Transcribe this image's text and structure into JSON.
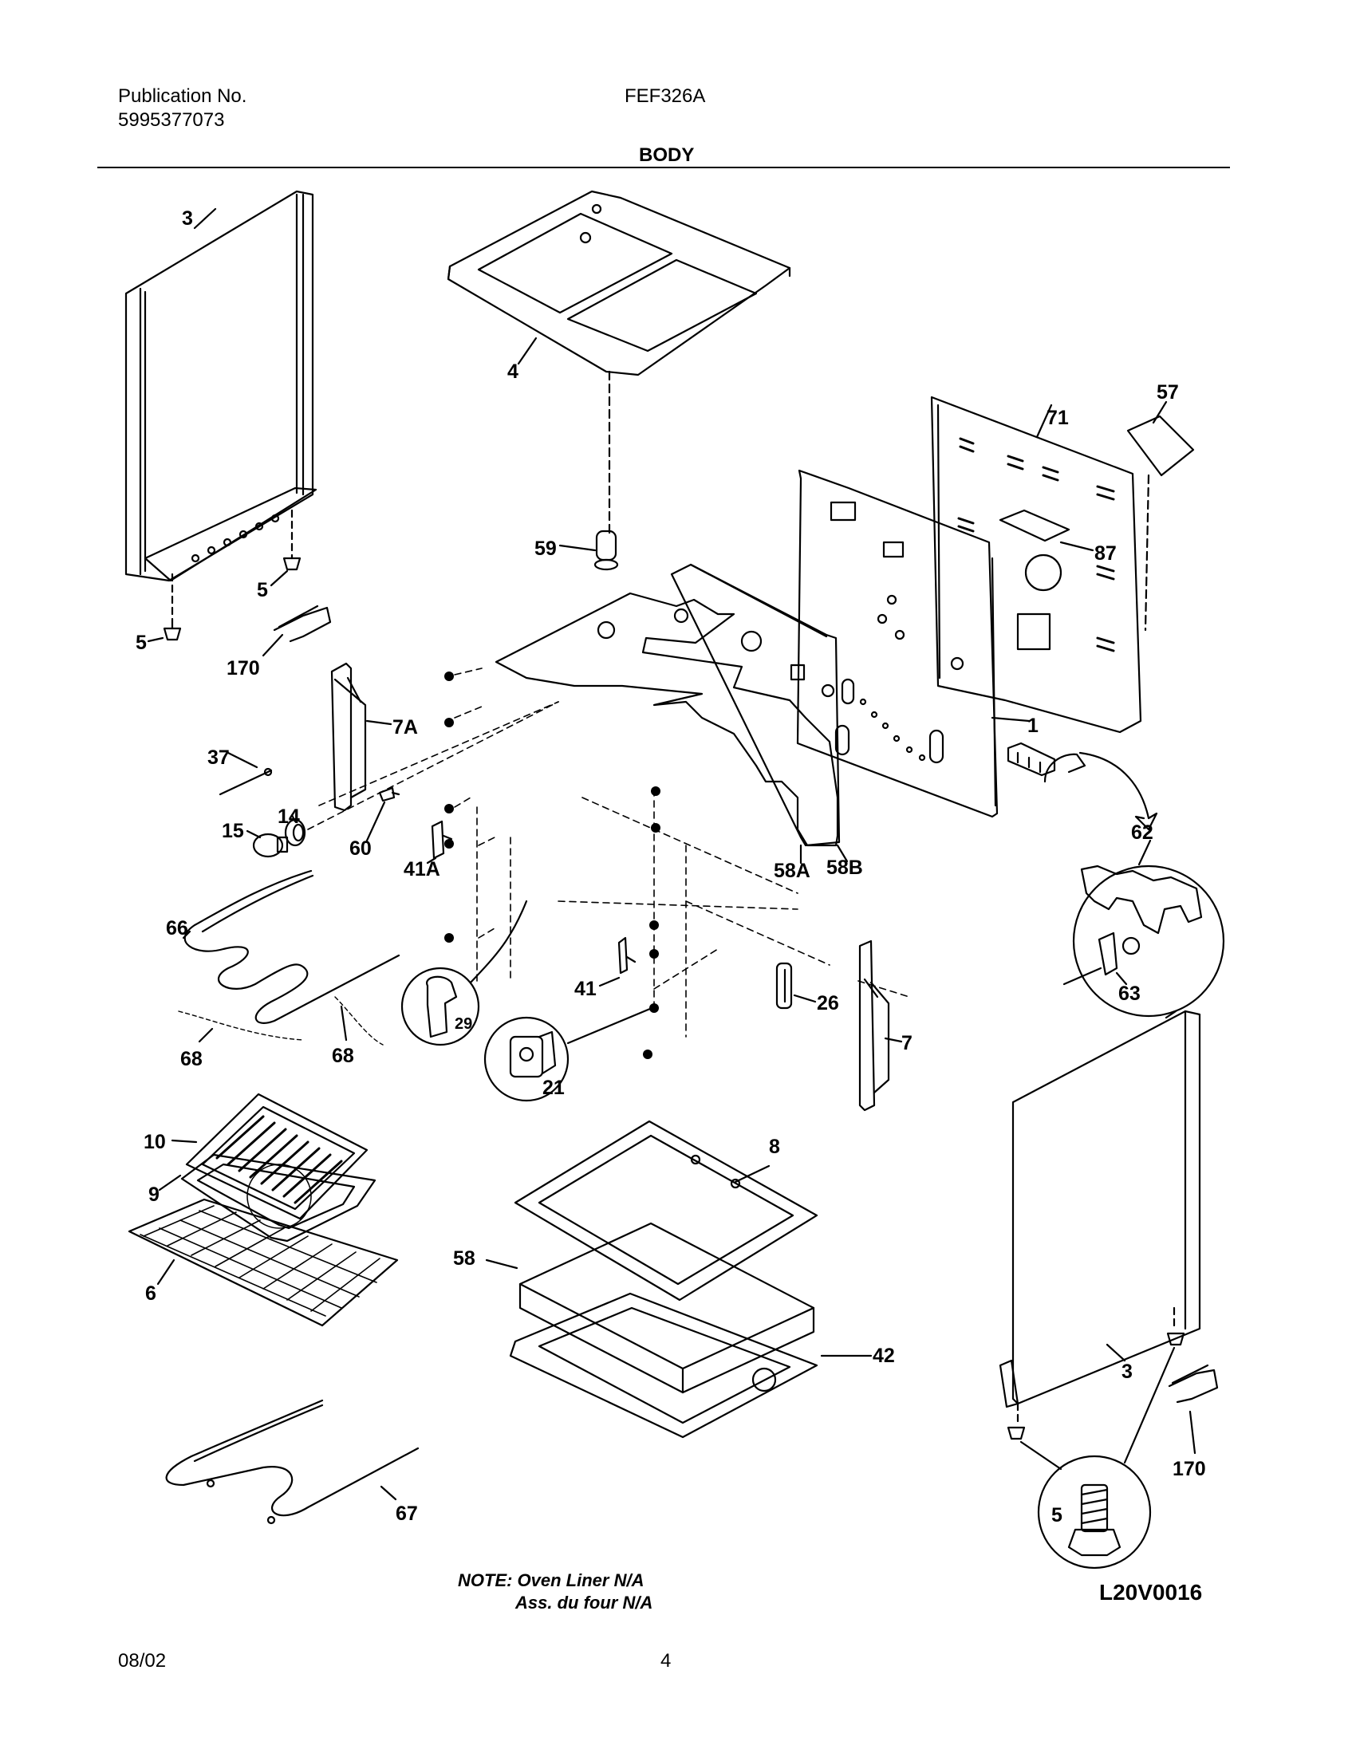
{
  "header": {
    "publication_label": "Publication No.",
    "publication_number": "5995377073",
    "model": "FEF326A",
    "section_title": "BODY"
  },
  "callouts": {
    "c3_left": "3",
    "c4": "4",
    "c57": "57",
    "c71": "71",
    "c87": "87",
    "c59": "59",
    "c5_a": "5",
    "c5_b": "5",
    "c170_left": "170",
    "c7a": "7A",
    "c1": "1",
    "c37": "37",
    "c14": "14",
    "c15": "15",
    "c60": "60",
    "c41a": "41A",
    "c58a": "58A",
    "c58b": "58B",
    "c62": "62",
    "c63": "63",
    "c66": "66",
    "c29": "29",
    "c41": "41",
    "c26": "26",
    "c7": "7",
    "c68_left": "68",
    "c68_right": "68",
    "c21": "21",
    "c10": "10",
    "c8": "8",
    "c9": "9",
    "c58": "58",
    "c6": "6",
    "c42": "42",
    "c3_right": "3",
    "c170_right": "170",
    "c5_bubble": "5",
    "c67": "67"
  },
  "note": {
    "line1": "NOTE: Oven Liner N/A",
    "line2": "Ass. du four N/A"
  },
  "diagram_code": "L20V0016",
  "footer": {
    "date": "08/02",
    "page": "4"
  }
}
